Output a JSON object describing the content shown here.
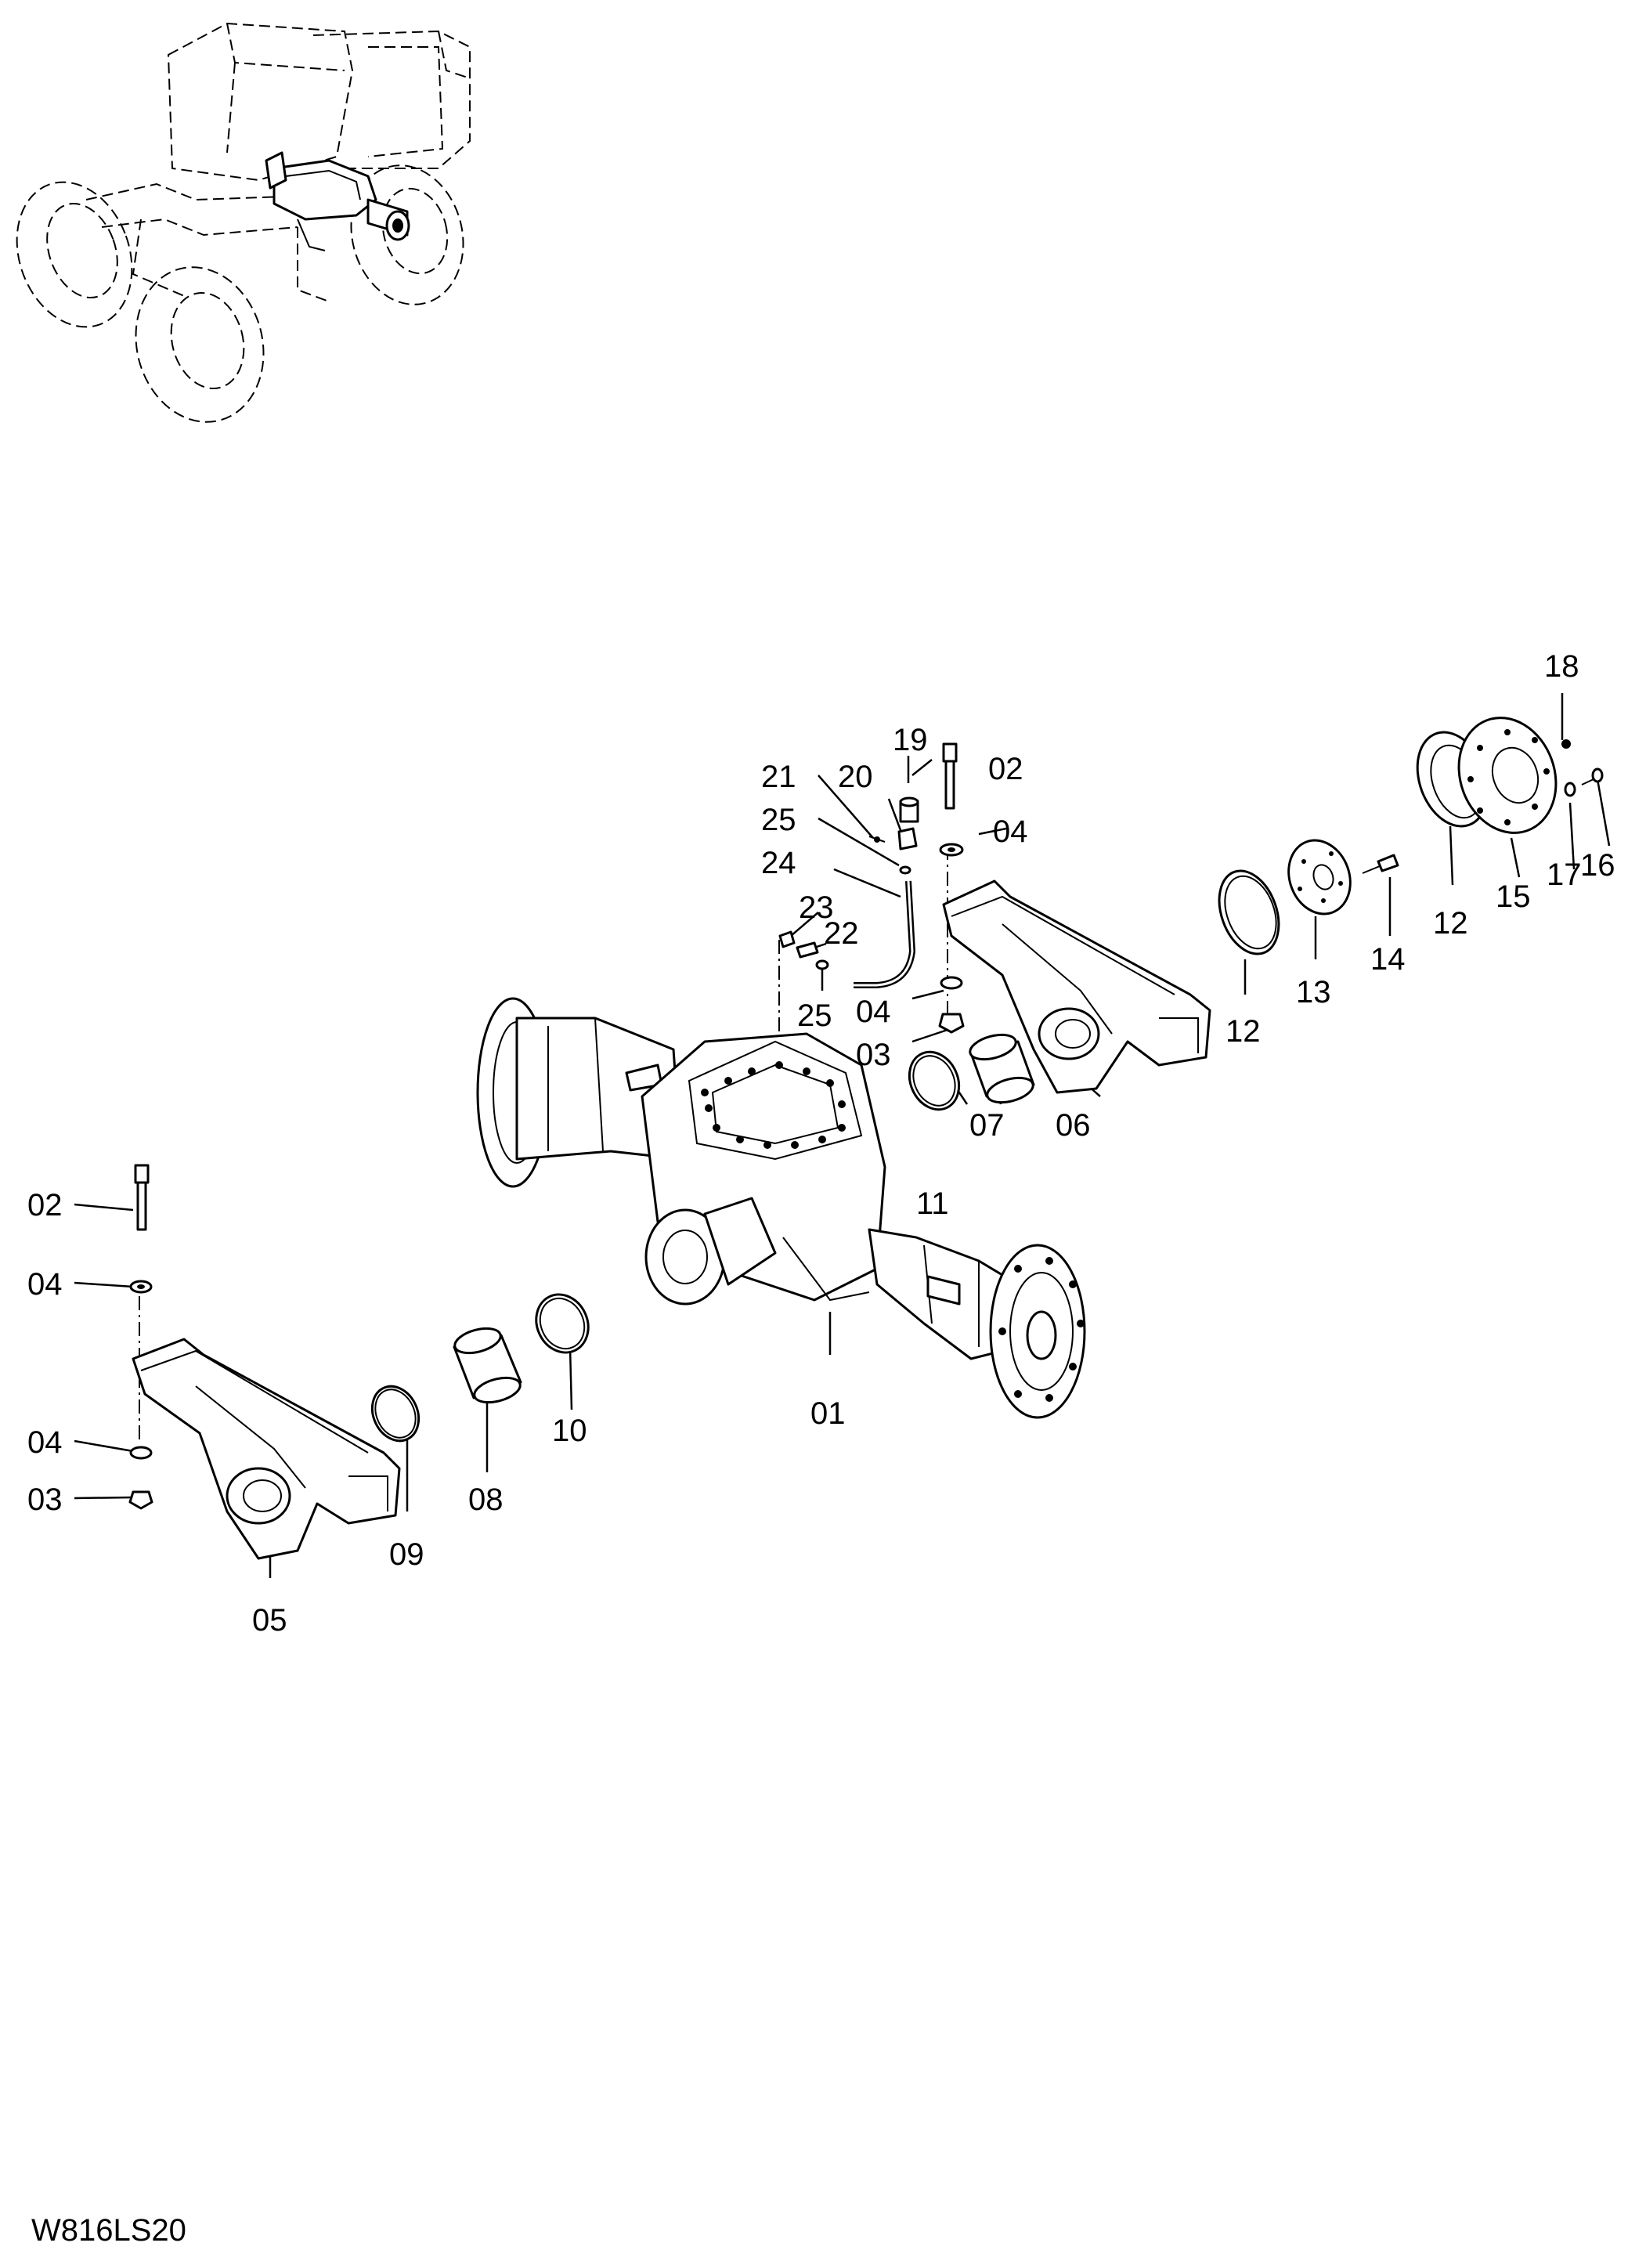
{
  "drawing_code": "W816LS20",
  "callouts": [
    {
      "id": "c01",
      "text": "01"
    },
    {
      "id": "c02a",
      "text": "02"
    },
    {
      "id": "c02b",
      "text": "02"
    },
    {
      "id": "c03a",
      "text": "03"
    },
    {
      "id": "c03b",
      "text": "03"
    },
    {
      "id": "c04a",
      "text": "04"
    },
    {
      "id": "c04b",
      "text": "04"
    },
    {
      "id": "c04c",
      "text": "04"
    },
    {
      "id": "c04d",
      "text": "04"
    },
    {
      "id": "c05",
      "text": "05"
    },
    {
      "id": "c06",
      "text": "06"
    },
    {
      "id": "c07",
      "text": "07"
    },
    {
      "id": "c08",
      "text": "08"
    },
    {
      "id": "c09",
      "text": "09"
    },
    {
      "id": "c10",
      "text": "10"
    },
    {
      "id": "c11",
      "text": "11"
    },
    {
      "id": "c12a",
      "text": "12"
    },
    {
      "id": "c12b",
      "text": "12"
    },
    {
      "id": "c13",
      "text": "13"
    },
    {
      "id": "c14",
      "text": "14"
    },
    {
      "id": "c15",
      "text": "15"
    },
    {
      "id": "c16",
      "text": "16"
    },
    {
      "id": "c17",
      "text": "17"
    },
    {
      "id": "c18",
      "text": "18"
    },
    {
      "id": "c19",
      "text": "19"
    },
    {
      "id": "c20",
      "text": "20"
    },
    {
      "id": "c21",
      "text": "21"
    },
    {
      "id": "c22",
      "text": "22"
    },
    {
      "id": "c23",
      "text": "23"
    },
    {
      "id": "c24",
      "text": "24"
    },
    {
      "id": "c25a",
      "text": "25"
    },
    {
      "id": "c25b",
      "text": "25"
    }
  ]
}
